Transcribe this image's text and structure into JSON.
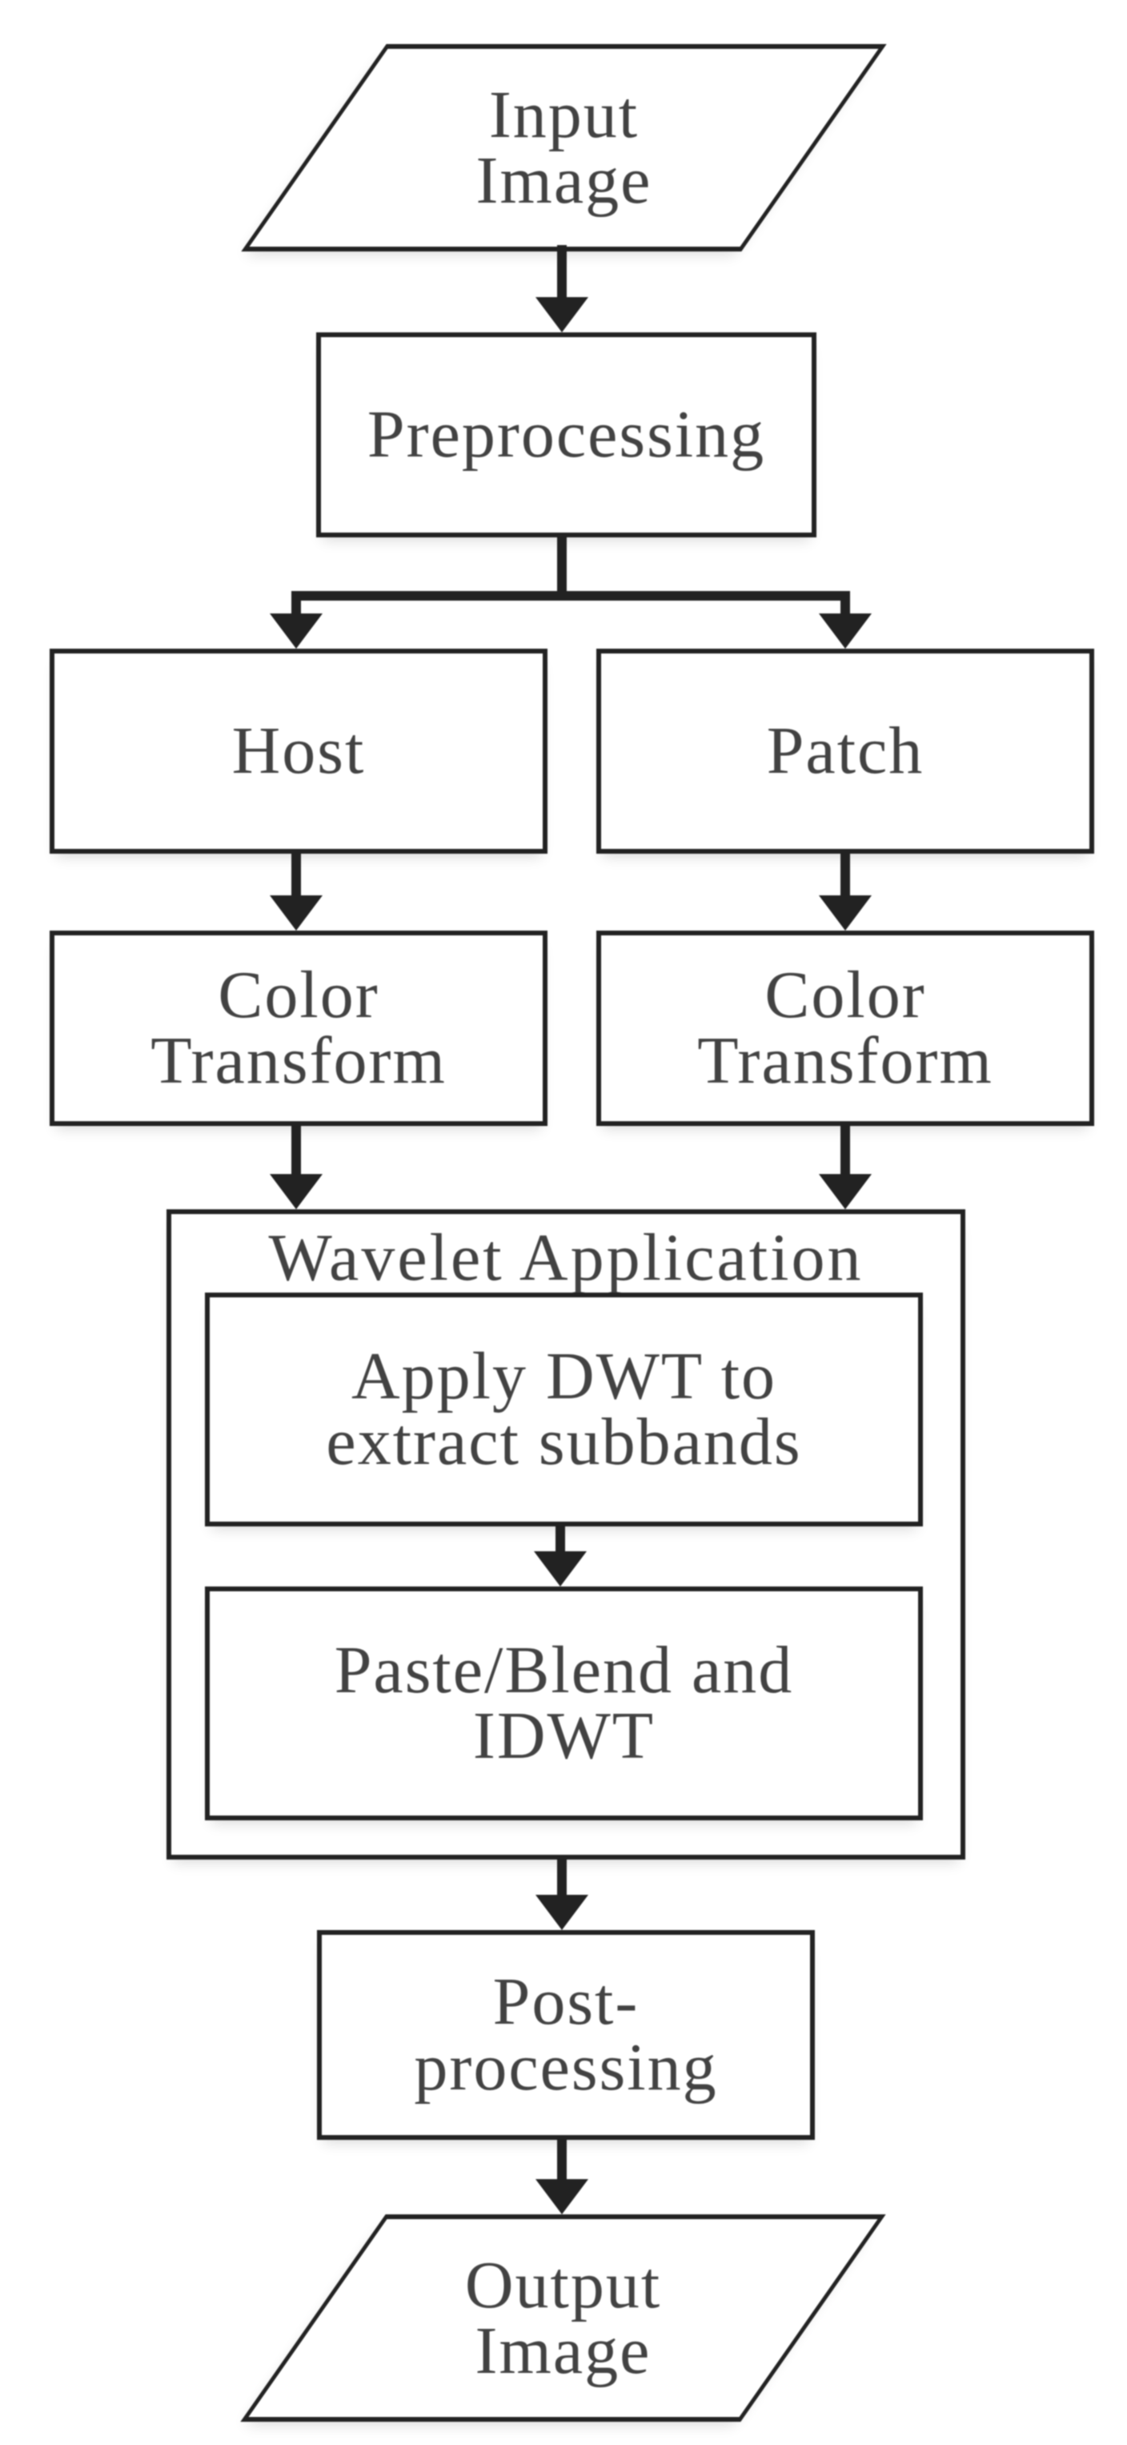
{
  "colors": {
    "line": "#222222",
    "text": "#424242",
    "fill": "#ffffff"
  },
  "nodes": {
    "input_image": {
      "shape": "parallelogram",
      "label": [
        "Input",
        "Image"
      ]
    },
    "preprocessing": {
      "shape": "rect",
      "label": [
        "Preprocessing"
      ]
    },
    "host": {
      "shape": "rect",
      "label": [
        "Host"
      ]
    },
    "patch": {
      "shape": "rect",
      "label": [
        "Patch"
      ]
    },
    "color_transform_host": {
      "shape": "rect",
      "label": [
        "Color",
        "Transform"
      ]
    },
    "color_transform_patch": {
      "shape": "rect",
      "label": [
        "Color",
        "Transform"
      ]
    },
    "wavelet_application": {
      "shape": "container",
      "label": [
        "Wavelet Application"
      ]
    },
    "apply_dwt": {
      "shape": "rect",
      "label": [
        "Apply DWT to",
        "extract subbands"
      ]
    },
    "paste_blend_idwt": {
      "shape": "rect",
      "label": [
        "Paste/Blend and",
        "IDWT"
      ]
    },
    "post_processing": {
      "shape": "rect",
      "label": [
        "Post-",
        "processing"
      ]
    },
    "output_image": {
      "shape": "parallelogram",
      "label": [
        "Output",
        "Image"
      ]
    }
  },
  "edges": [
    {
      "from": "input_image",
      "to": "preprocessing"
    },
    {
      "from": "preprocessing",
      "to": "host"
    },
    {
      "from": "preprocessing",
      "to": "patch"
    },
    {
      "from": "host",
      "to": "color_transform_host"
    },
    {
      "from": "patch",
      "to": "color_transform_patch"
    },
    {
      "from": "color_transform_host",
      "to": "wavelet_application"
    },
    {
      "from": "color_transform_patch",
      "to": "wavelet_application"
    },
    {
      "from": "apply_dwt",
      "to": "paste_blend_idwt"
    },
    {
      "from": "wavelet_application",
      "to": "post_processing"
    },
    {
      "from": "post_processing",
      "to": "output_image"
    }
  ]
}
